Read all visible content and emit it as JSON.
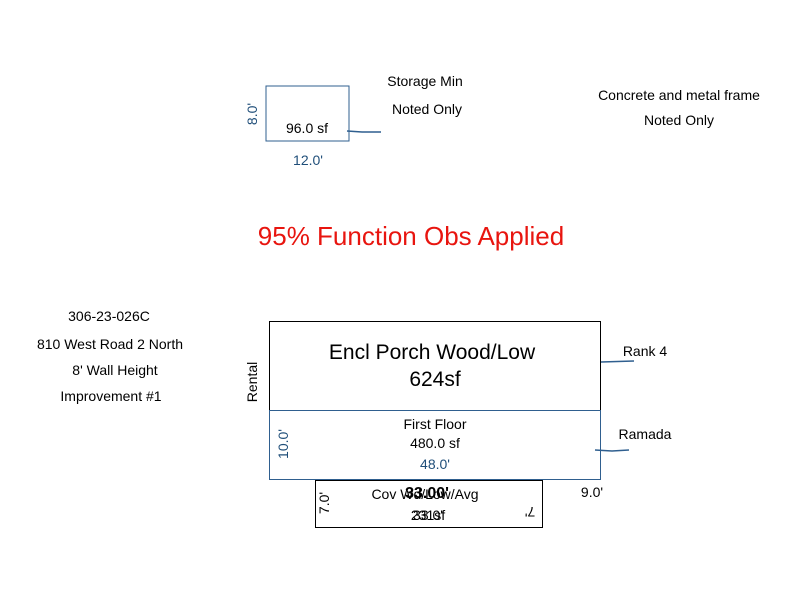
{
  "storage": {
    "title": "Storage Min",
    "note": "Noted Only",
    "area": "96.0 sf",
    "width_label": "12.0'",
    "height_label": "8.0'"
  },
  "frame_note": {
    "line1": "Concrete and metal frame",
    "line2": "Noted Only"
  },
  "banner": "95% Function Obs Applied",
  "parcel": {
    "id": "306-23-026C",
    "address": "810 West Road 2 North",
    "wall_height": "8' Wall Height",
    "improvement": "Improvement #1"
  },
  "porch": {
    "label": "Encl Porch Wood/Low",
    "area": "624sf",
    "side_label": "Rental",
    "callout": "Rank 4"
  },
  "first_floor": {
    "label": "First Floor",
    "area": "480.0 sf",
    "width_label": "48.0'",
    "height_label": "10.0'",
    "callout": "Ramada",
    "offset_label": "9.0'"
  },
  "covered": {
    "label": "Cov Wd/Low/Avg",
    "area": "231sf",
    "overlay_label": "33.00'",
    "overlay_area": "33.0'",
    "left_label": "7.0'",
    "right_label": "7'"
  },
  "colors": {
    "text": "#000000",
    "dimension": "#1f4e79",
    "banner": "#e8150f"
  }
}
